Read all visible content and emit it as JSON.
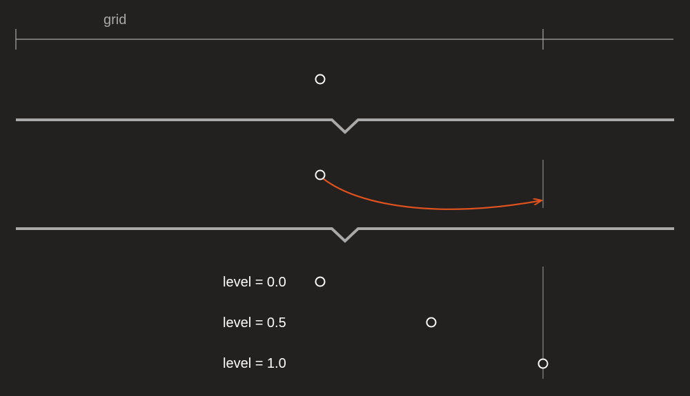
{
  "grid": {
    "label": "grid"
  },
  "levels": [
    {
      "label": "level = 0.0",
      "level": 0.0
    },
    {
      "label": "level = 0.5",
      "level": 0.5
    },
    {
      "label": "level = 1.0",
      "level": 1.0
    }
  ],
  "colors": {
    "background": "#222120",
    "grid": "#a9a9a9",
    "divider": "#a9a9a9",
    "point": "#ffffff",
    "arrow": "#e0531f",
    "guide": "#8a8a8a"
  }
}
